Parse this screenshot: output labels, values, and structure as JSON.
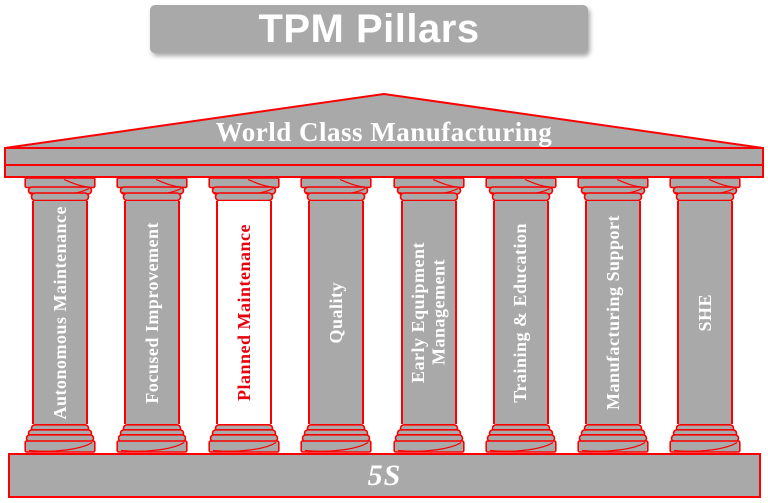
{
  "title": "TPM Pillars",
  "roof": {
    "label": "World Class Manufacturing"
  },
  "pillars": [
    {
      "label": "Autonomous Maintenance",
      "highlighted": false
    },
    {
      "label": "Focused Improvement",
      "highlighted": false
    },
    {
      "label": "Planned Maintenance",
      "highlighted": true
    },
    {
      "label": "Quality",
      "highlighted": false
    },
    {
      "label": "Early Equipment\nManagement",
      "highlighted": false
    },
    {
      "label": "Training & Education",
      "highlighted": false
    },
    {
      "label": "Manufacturing Support",
      "highlighted": false
    },
    {
      "label": "SHE",
      "highlighted": false
    }
  ],
  "base": {
    "label": "5S"
  },
  "colors": {
    "gray": "#a9a9a9",
    "red": "#fb0000",
    "text_white": "#ffffff",
    "highlight_text": "#e8000d"
  }
}
